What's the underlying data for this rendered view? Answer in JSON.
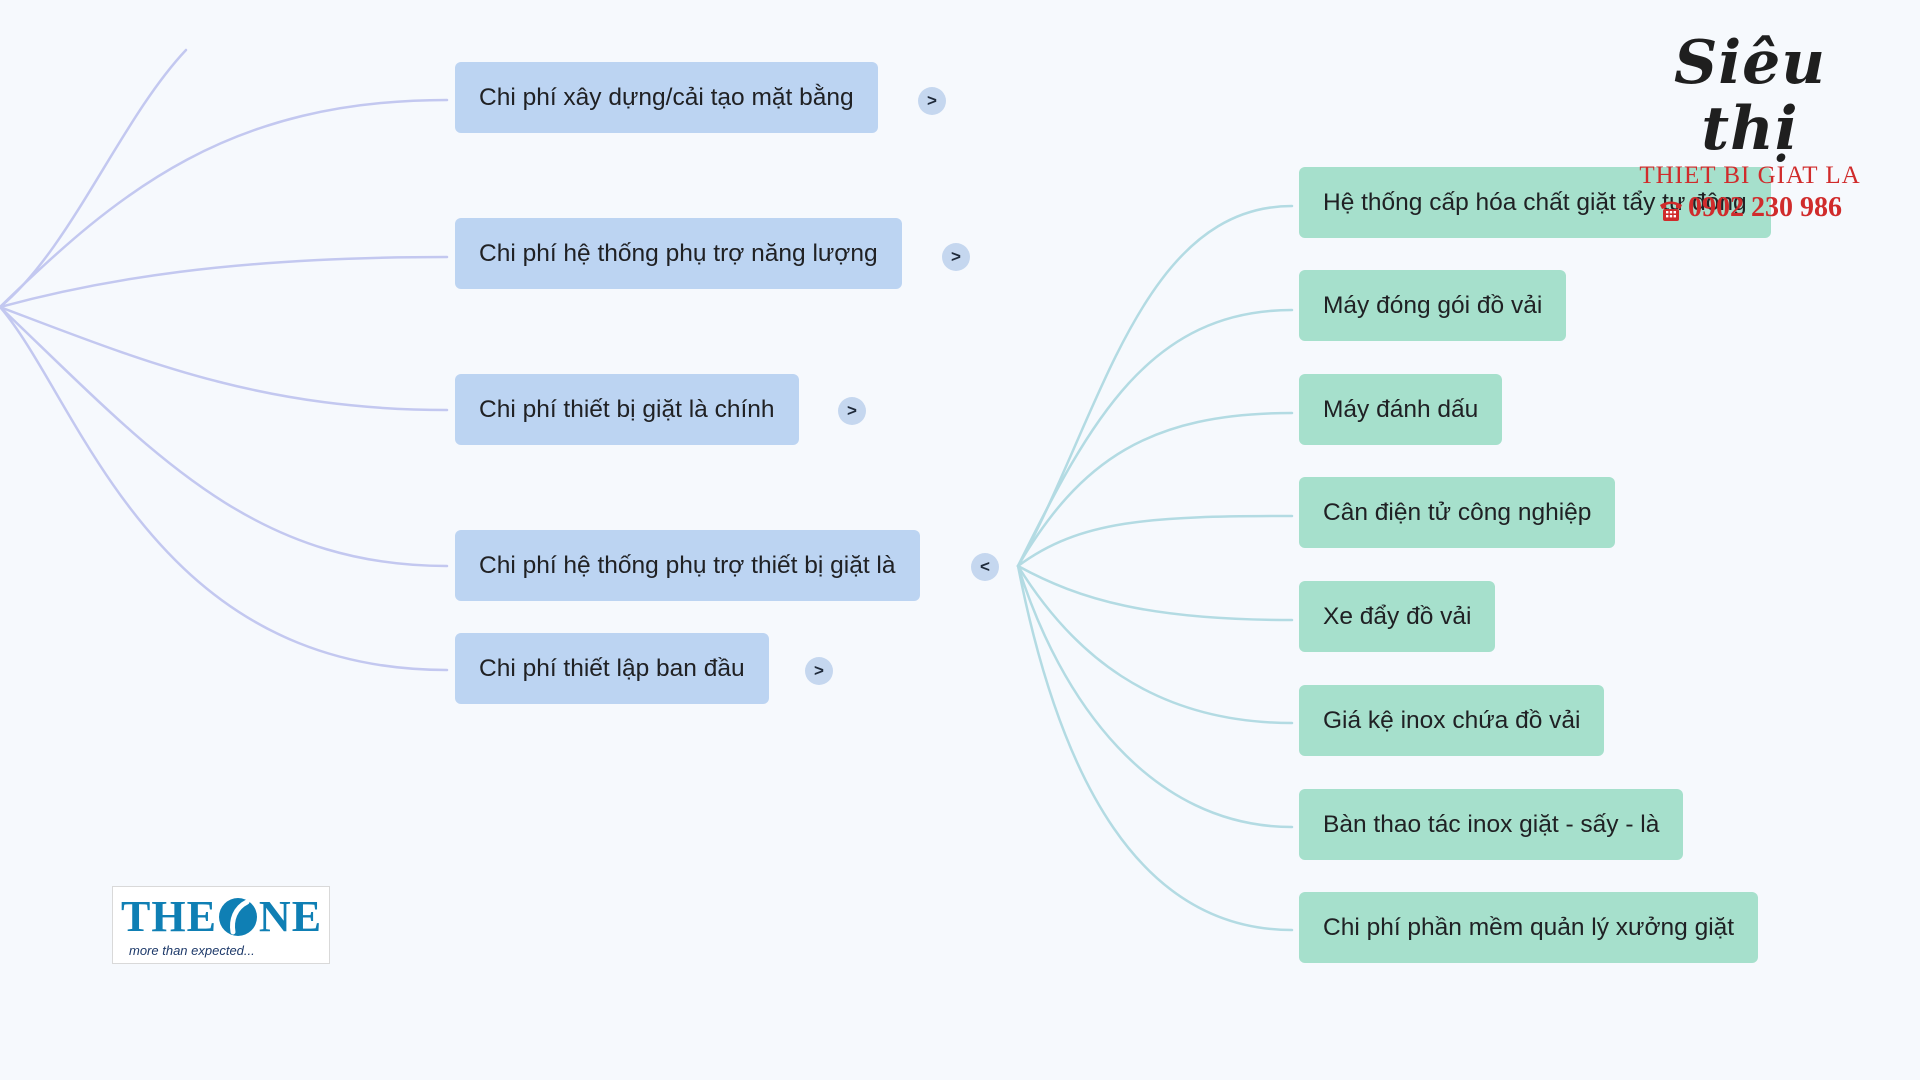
{
  "left_branches": [
    {
      "label": "Chi phí xây dựng/cải tạo mặt bằng",
      "toggle": ">"
    },
    {
      "label": "Chi phí hệ thống phụ trợ năng lượng",
      "toggle": ">"
    },
    {
      "label": "Chi phí thiết bị giặt là chính",
      "toggle": ">"
    },
    {
      "label": "Chi phí hệ thống phụ trợ thiết bị giặt là",
      "toggle": "<"
    },
    {
      "label": "Chi phí thiết lập ban đầu",
      "toggle": ">"
    }
  ],
  "right_branches": [
    {
      "label": "Hệ thống cấp hóa chất giặt tẩy tự động"
    },
    {
      "label": "Máy đóng gói đồ vải"
    },
    {
      "label": "Máy đánh dấu"
    },
    {
      "label": "Cân điện tử công nghiệp"
    },
    {
      "label": "Xe đẩy đồ vải"
    },
    {
      "label": "Giá kệ inox chứa đồ vải"
    },
    {
      "label": "Bàn thao tác inox giặt - sấy - là"
    },
    {
      "label": "Chi phí phần mềm quản lý xưởng giặt"
    }
  ],
  "brand_top": {
    "script": "Siêu thị",
    "line": "THIET BI GIAT LA",
    "phone": "0902 230 986"
  },
  "brand_bottom": {
    "the": "THE ",
    "ne": "NE",
    "tagline": "more than expected..."
  },
  "colors": {
    "blue_node": "#bcd4f2",
    "green_node": "#a6e0cc",
    "blue_link": "#c3c8f0",
    "green_link": "#b3dbe3"
  }
}
